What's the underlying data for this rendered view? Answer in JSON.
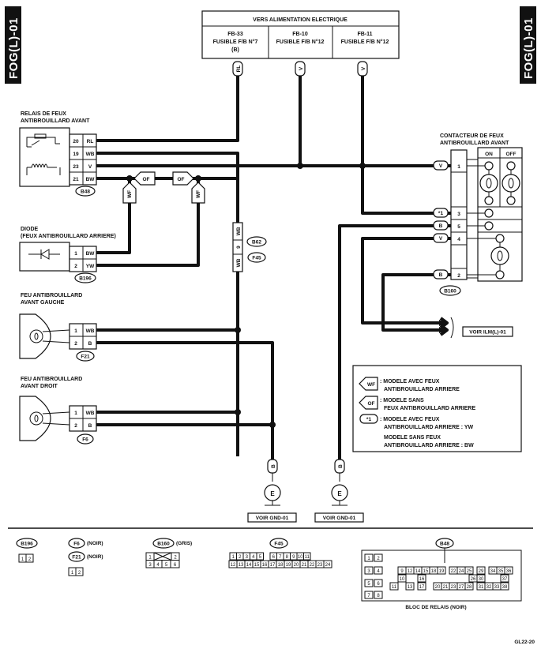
{
  "side_tab": "FOG(L)-01",
  "power": {
    "title": "VERS ALIMENTATION ELECTRIQUE",
    "fuses": [
      {
        "line1": "FB-33",
        "line2": "FUSIBLE F/B N°7",
        "line3": "(B)"
      },
      {
        "line1": "FB-10",
        "line2": "FUSIBLE F/B N°12",
        "line3": ""
      },
      {
        "line1": "FB-11",
        "line2": "FUSIBLE F/B N°12",
        "line3": ""
      }
    ],
    "wire_colors": [
      "RL",
      "V",
      "V"
    ]
  },
  "relay": {
    "title1": "RELAIS DE FEUX",
    "title2": "ANTIBROUILLARD AVANT",
    "pins": [
      {
        "num": "20",
        "color": "RL"
      },
      {
        "num": "19",
        "color": "WB"
      },
      {
        "num": "23",
        "color": "V"
      },
      {
        "num": "21",
        "color": "BW"
      }
    ],
    "connector": "B48"
  },
  "diode": {
    "title1": "DIODE",
    "title2": "(FEUX ANTIBROUILLARD ARRIERE)",
    "pins": [
      {
        "num": "1",
        "color": "BW"
      },
      {
        "num": "2",
        "color": "YW"
      }
    ],
    "connector": "B196"
  },
  "lamp_left": {
    "title1": "FEU ANTIBROUILLARD",
    "title2": "AVANT GAUCHE",
    "pins": [
      {
        "num": "1",
        "color": "WB"
      },
      {
        "num": "2",
        "color": "B"
      }
    ],
    "connector": "F21"
  },
  "lamp_right": {
    "title1": "FEU ANTIBROUILLARD",
    "title2": "AVANT DROIT",
    "pins": [
      {
        "num": "1",
        "color": "WB"
      },
      {
        "num": "2",
        "color": "B"
      }
    ],
    "connector": "F6"
  },
  "switch": {
    "title1": "CONTACTEUR DE FEUX",
    "title2": "ANTIBROUILLARD AVANT",
    "on": "ON",
    "off": "OFF",
    "pins": [
      {
        "num": "1",
        "color": "V"
      },
      {
        "num": "3",
        "color": "*1"
      },
      {
        "num": "5",
        "color": "B"
      },
      {
        "num": "4",
        "color": "V"
      },
      {
        "num": "2",
        "color": "B"
      }
    ],
    "connector": "B160"
  },
  "splice": {
    "top_color": "WB",
    "pin": "9",
    "bottom_color": "WB",
    "connectors": [
      "B62",
      "F45"
    ]
  },
  "junction": {
    "wf": "WF",
    "of": "OF"
  },
  "ground_colors": [
    "B",
    "B"
  ],
  "ground_label": "E",
  "ground_ref": "VOIR GND-01",
  "ilm_ref": "VOIR ILM(L)-01",
  "legend": {
    "wf_tag": "WF",
    "wf_line1": ": MODELE AVEC FEUX",
    "wf_line2": "ANTIBROUILLARD ARRIERE",
    "of_tag": "OF",
    "of_line1": ": MODELE SANS",
    "of_line2": "FEUX ANTIBROUILLARD ARRIERE",
    "star_tag": "*1",
    "star_line1": ": MODELE AVEC FEUX",
    "star_line2": "ANTIBROUILLARD ARRIERE : YW",
    "line5": "MODELE SANS FEUX",
    "line6": "ANTIBROUILLARD ARRIERE : BW"
  },
  "connectors_footer": {
    "b196": "B196",
    "f6": "F6",
    "f6_note": "(NOIR)",
    "f21": "F21",
    "f21_note": "(NOIR)",
    "b160": "B160",
    "b160_note": "(GRIS)",
    "f45": "F45",
    "b48": "B48",
    "b48_caption": "BLOC DE RELAIS (NOIR)",
    "b196_pins": [
      "1",
      "2"
    ],
    "f21_pins": [
      "1",
      "2"
    ],
    "b160_row1": [
      "1",
      "2"
    ],
    "b160_row2": [
      "3",
      "4",
      "5",
      "6"
    ],
    "f45_row1": [
      "1",
      "2",
      "3",
      "4",
      "5",
      "6",
      "7",
      "8",
      "9",
      "10",
      "11"
    ],
    "f45_row2": [
      "12",
      "13",
      "14",
      "15",
      "16",
      "17",
      "18",
      "19",
      "20",
      "21",
      "22",
      "23",
      "24"
    ],
    "b48_cells": [
      "1",
      "2",
      "3",
      "4",
      "5",
      "6",
      "7",
      "8",
      "9",
      "10",
      "11",
      "12",
      "13",
      "14",
      "15",
      "16",
      "17",
      "18",
      "19",
      "20",
      "21",
      "22",
      "23",
      "24",
      "25",
      "26",
      "27",
      "28",
      "29",
      "30",
      "31",
      "32",
      "33",
      "34",
      "35",
      "36",
      "37",
      "38"
    ]
  },
  "figure_code": "GL22-20"
}
